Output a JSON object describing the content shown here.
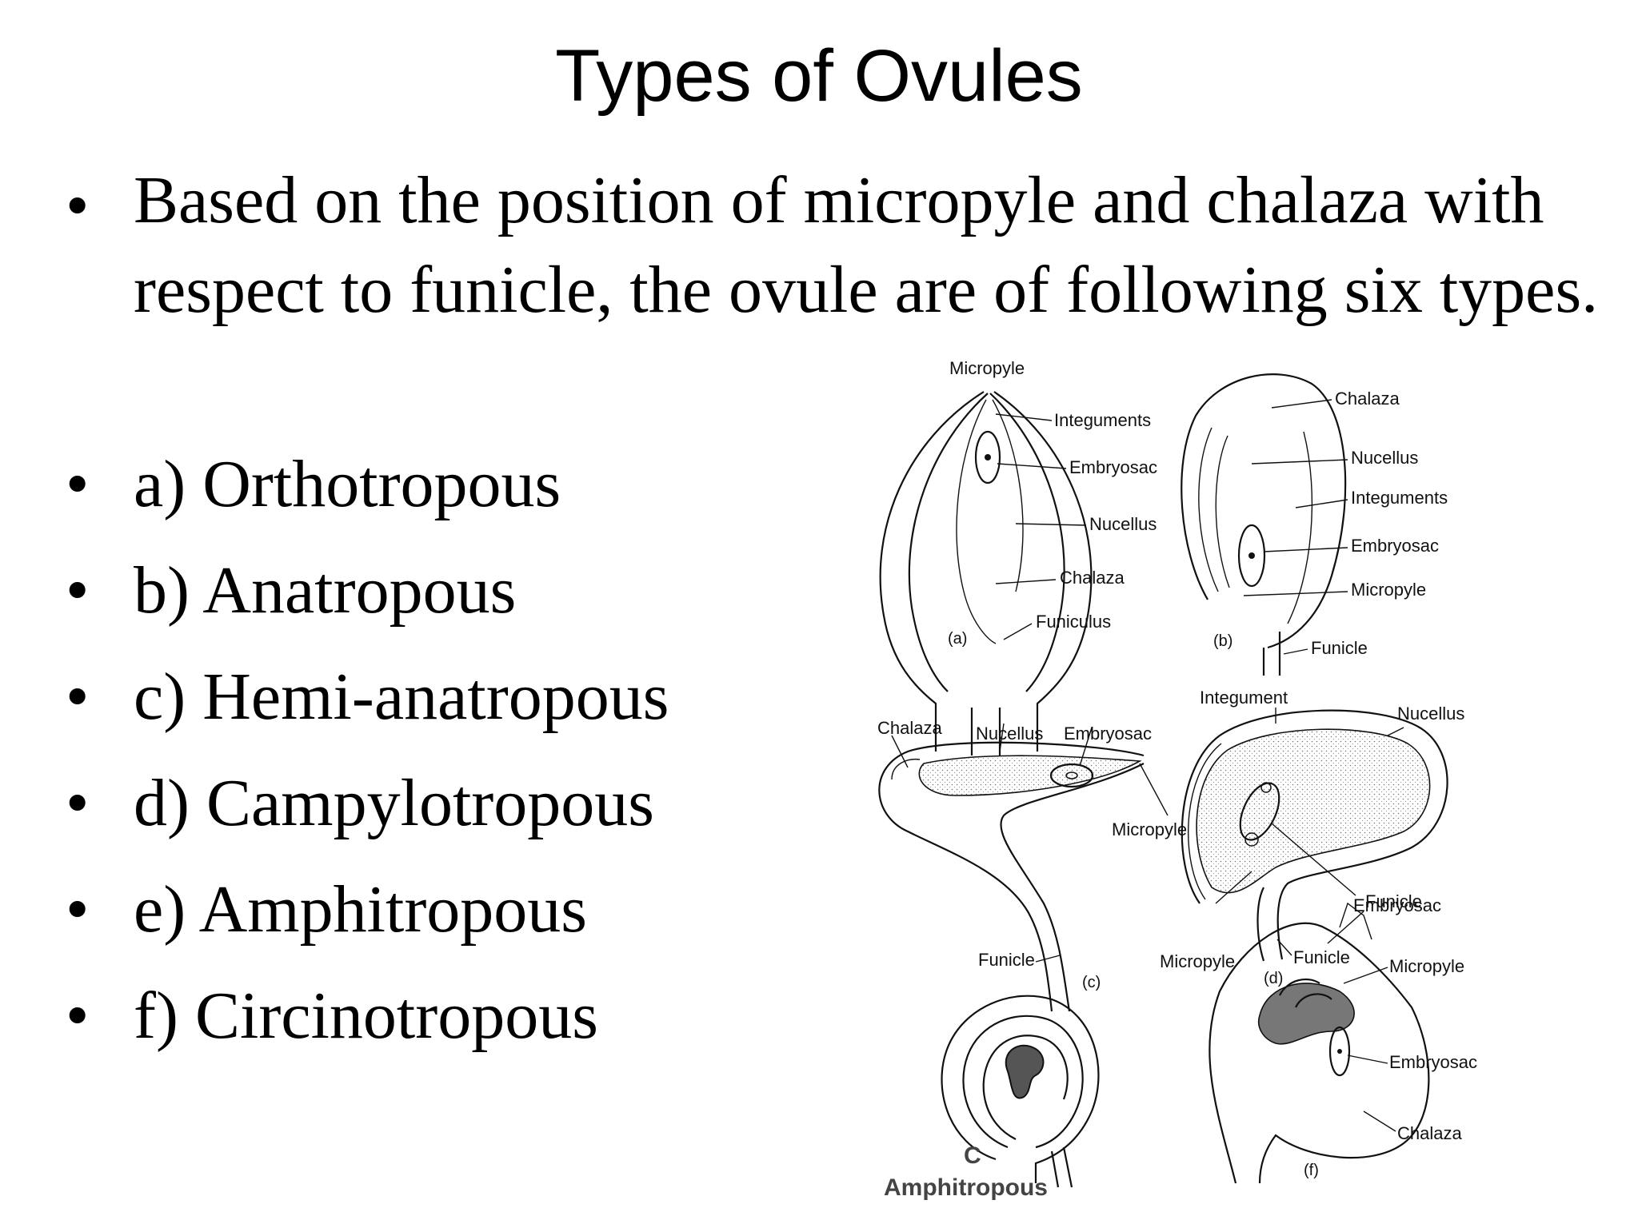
{
  "title": "Types of Ovules",
  "intro": "Based on the position of micropyle and chalaza with respect to funicle, the ovule are of following six types.",
  "bullet_glyph": "•",
  "types": [
    {
      "prefix": "a)",
      "name": "Orthotropous"
    },
    {
      "prefix": "b)",
      "name": "Anatropous"
    },
    {
      "prefix": "c)",
      "name": "Hemi-anatropous"
    },
    {
      "prefix": "d)",
      "name": "Campylotropous"
    },
    {
      "prefix": "e)",
      "name": "Amphitropous"
    },
    {
      "prefix": "f)",
      "name": "Circinotropous"
    }
  ],
  "figure": {
    "a": {
      "caption": "(a)",
      "micropyle": "Micropyle",
      "integuments": "Integuments",
      "embryosac": "Embryosac",
      "nucellus": "Nucellus",
      "chalaza": "Chalaza",
      "funiculus": "Funiculus"
    },
    "b": {
      "caption": "(b)",
      "chalaza": "Chalaza",
      "nucellus": "Nucellus",
      "integuments": "Integuments",
      "embryosac": "Embryosac",
      "micropyle": "Micropyle",
      "funicle": "Funicle"
    },
    "c": {
      "caption": "(c)",
      "chalaza": "Chalaza",
      "nucellus": "Nucellus",
      "embryosac": "Embryosac",
      "micropyle": "Micropyle",
      "funicle": "Funicle"
    },
    "d": {
      "caption": "(d)",
      "integument": "Integument",
      "nucellus": "Nucellus",
      "embryosac": "Embryosac",
      "micropyle": "Micropyle",
      "funicle": "Funicle"
    },
    "e": {
      "letter": "C",
      "label": "Amphitropous"
    },
    "f": {
      "caption": "(f)",
      "funicle": "Funicle",
      "micropyle": "Micropyle",
      "embryosac": "Embryosac",
      "chalaza": "Chalaza"
    }
  }
}
